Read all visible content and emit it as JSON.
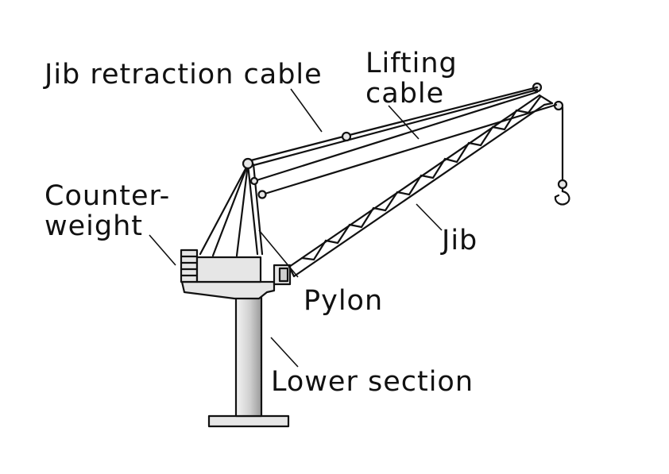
{
  "labels": {
    "jib_retraction_cable": "Jib retraction cable",
    "lifting_cable_line1": "Lifting",
    "lifting_cable_line2": "cable",
    "counterweight_line1": "Counter-",
    "counterweight_line2": "weight",
    "jib": "Jib",
    "pylon": "Pylon",
    "lower_section": "Lower section"
  },
  "colors": {
    "stroke": "#111111",
    "structure_fill": "#e6e6e6",
    "background": "#ffffff"
  }
}
